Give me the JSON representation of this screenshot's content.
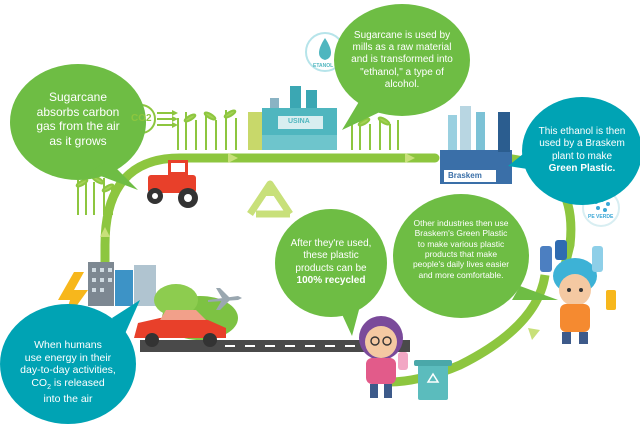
{
  "colors": {
    "bubble_green": "#6ebd44",
    "bubble_teal": "#00a3b4",
    "road": "#4a4a4a",
    "cycle_arrow": "#b6d56a",
    "flat_line": "#8dc63f"
  },
  "icons": [
    "co2-icon",
    "ethanol-drop-icon",
    "pe-verde-icon",
    "lightning-icon",
    "recycle-icon",
    "airplane-icon"
  ],
  "labels": {
    "co2": "CO2",
    "ethanol": "ETANOL",
    "usina": "USINA",
    "braskem": "Braskem",
    "pe_verde": "PE VERDE"
  },
  "steps": {
    "absorb": "Sugarcane\nabsorbs carbon\ngas from the air\nas it grows",
    "mills": "Sugarcane is used by\nmills as a raw material\nand is transformed into\n\"ethanol,\" a type of\nalcohol.",
    "braskem_plant_pre": "This ethanol is then\nused by a Braskem\nplant to make\n",
    "braskem_plant_bold": "Green Plastic.",
    "industries": "Other industries then use\nBraskem's Green Plastic\nto make various plastic\nproducts that make\npeople's daily lives easier\nand more comfortable.",
    "recycled_pre": "After they're used,\nthese plastic\nproducts can be\n",
    "recycled_bold": "100% recycled",
    "humans_pre": "When humans\nuse energy in their\nday-to-day activities,\nCO",
    "humans_sub": "2",
    "humans_post": " is released\ninto the air"
  }
}
